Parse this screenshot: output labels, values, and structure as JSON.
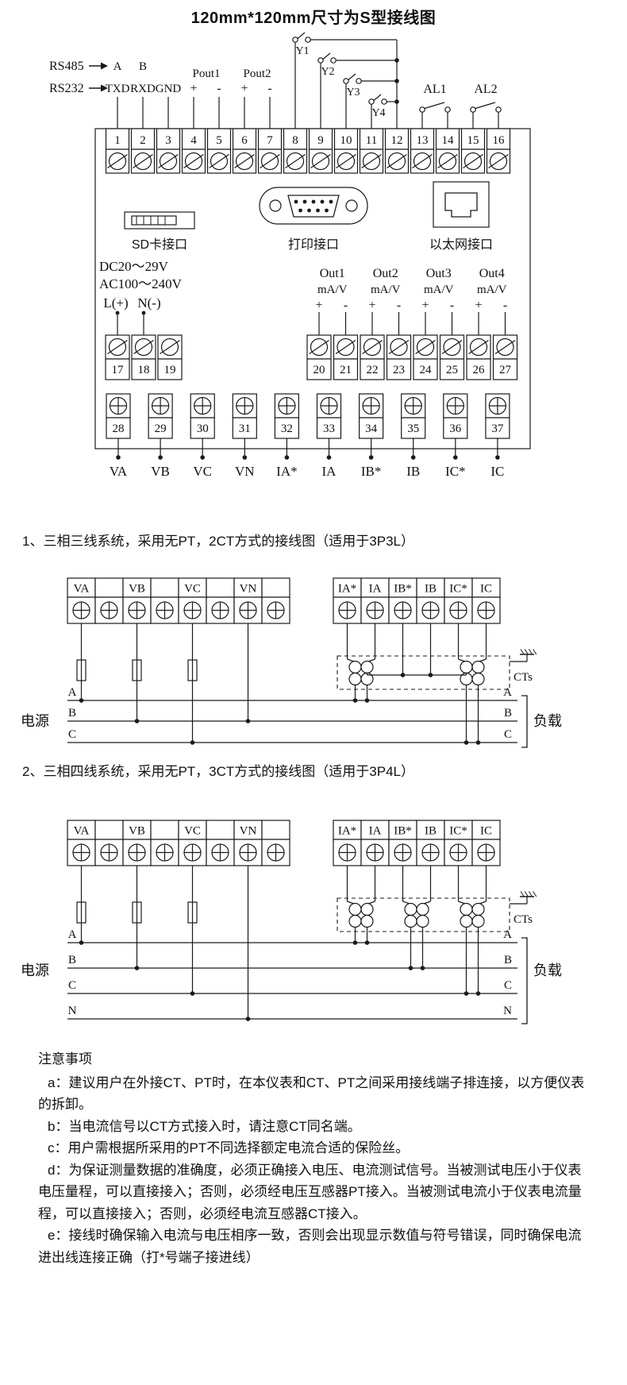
{
  "colors": {
    "background": "#ffffff",
    "line": "#1a1a1a",
    "text": "#111111"
  },
  "title": "120mm*120mm尺寸为S型接线图",
  "main_diagram": {
    "rs485": {
      "label": "RS485",
      "pins": [
        "A",
        "B"
      ]
    },
    "rs232": {
      "label": "RS232",
      "pins": [
        "TXD",
        "RXD",
        "GND"
      ]
    },
    "pulse_outputs": [
      {
        "label": "Pout1",
        "pins": [
          "+",
          "-"
        ]
      },
      {
        "label": "Pout2",
        "pins": [
          "+",
          "-"
        ]
      }
    ],
    "relay_outputs": [
      "Y1",
      "Y2",
      "Y3",
      "Y4"
    ],
    "alarm_outputs": [
      "AL1",
      "AL2"
    ],
    "top_terminals": [
      "1",
      "2",
      "3",
      "4",
      "5",
      "6",
      "7",
      "8",
      "9",
      "10",
      "11",
      "12",
      "13",
      "14",
      "15",
      "16"
    ],
    "interfaces": {
      "sd": "SD卡接口",
      "print": "打印接口",
      "ethernet": "以太网接口"
    },
    "power": {
      "lines": [
        "DC20～29V",
        "AC100～240V"
      ],
      "l_label": "L(+)",
      "n_label": "N(-)"
    },
    "analog_outputs": [
      {
        "label": "Out1",
        "unit": "mA/V",
        "pins": [
          "+",
          "-"
        ]
      },
      {
        "label": "Out2",
        "unit": "mA/V",
        "pins": [
          "+",
          "-"
        ]
      },
      {
        "label": "Out3",
        "unit": "mA/V",
        "pins": [
          "+",
          "-"
        ]
      },
      {
        "label": "Out4",
        "unit": "mA/V",
        "pins": [
          "+",
          "-"
        ]
      }
    ],
    "power_terminals": [
      "17",
      "18",
      "19"
    ],
    "analog_terminals": [
      "20",
      "21",
      "22",
      "23",
      "24",
      "25",
      "26",
      "27"
    ],
    "input_terminals": [
      "28",
      "29",
      "30",
      "31",
      "32",
      "33",
      "34",
      "35",
      "36",
      "37"
    ],
    "input_labels": [
      "VA",
      "VB",
      "VC",
      "VN",
      "IA*",
      "IA",
      "IB*",
      "IB",
      "IC*",
      "IC"
    ]
  },
  "diagram1": {
    "title": "1、三相三线系统，采用无PT，2CT方式的接线图（适用于3P3L）",
    "voltage_terminals": [
      "VA",
      "VB",
      "VC",
      "VN"
    ],
    "current_terminals": [
      "IA*",
      "IA",
      "IB*",
      "IB",
      "IC*",
      "IC"
    ],
    "phases_left": [
      "A",
      "B",
      "C"
    ],
    "phases_right": [
      "A",
      "B",
      "C"
    ],
    "source_label": "电源",
    "load_label": "负载",
    "ct_label": "CTs"
  },
  "diagram2": {
    "title": "2、三相四线系统，采用无PT，3CT方式的接线图（适用于3P4L）",
    "voltage_terminals": [
      "VA",
      "VB",
      "VC",
      "VN"
    ],
    "current_terminals": [
      "IA*",
      "IA",
      "IB*",
      "IB",
      "IC*",
      "IC"
    ],
    "phases_left": [
      "A",
      "B",
      "C",
      "N"
    ],
    "phases_right": [
      "A",
      "B",
      "C",
      "N"
    ],
    "source_label": "电源",
    "load_label": "负载",
    "ct_label": "CTs"
  },
  "notes": {
    "heading": "注意事项",
    "items": [
      "a：建议用户在外接CT、PT时，在本仪表和CT、PT之间采用接线端子排连接，以方便仪表的拆卸。",
      "b：当电流信号以CT方式接入时，请注意CT同名端。",
      "c：用户需根据所采用的PT不同选择额定电流合适的保险丝。",
      "d：为保证测量数据的准确度，必须正确接入电压、电流测试信号。当被测试电压小于仪表电压量程，可以直接接入；否则，必须经电压互感器PT接入。当被测试电流小于仪表电流量程，可以直接接入；否则，必须经电流互感器CT接入。",
      "e：接线时确保输入电流与电压相序一致，否则会出现显示数值与符号错误，同时确保电流进出线连接正确（打*号端子接进线）"
    ]
  }
}
